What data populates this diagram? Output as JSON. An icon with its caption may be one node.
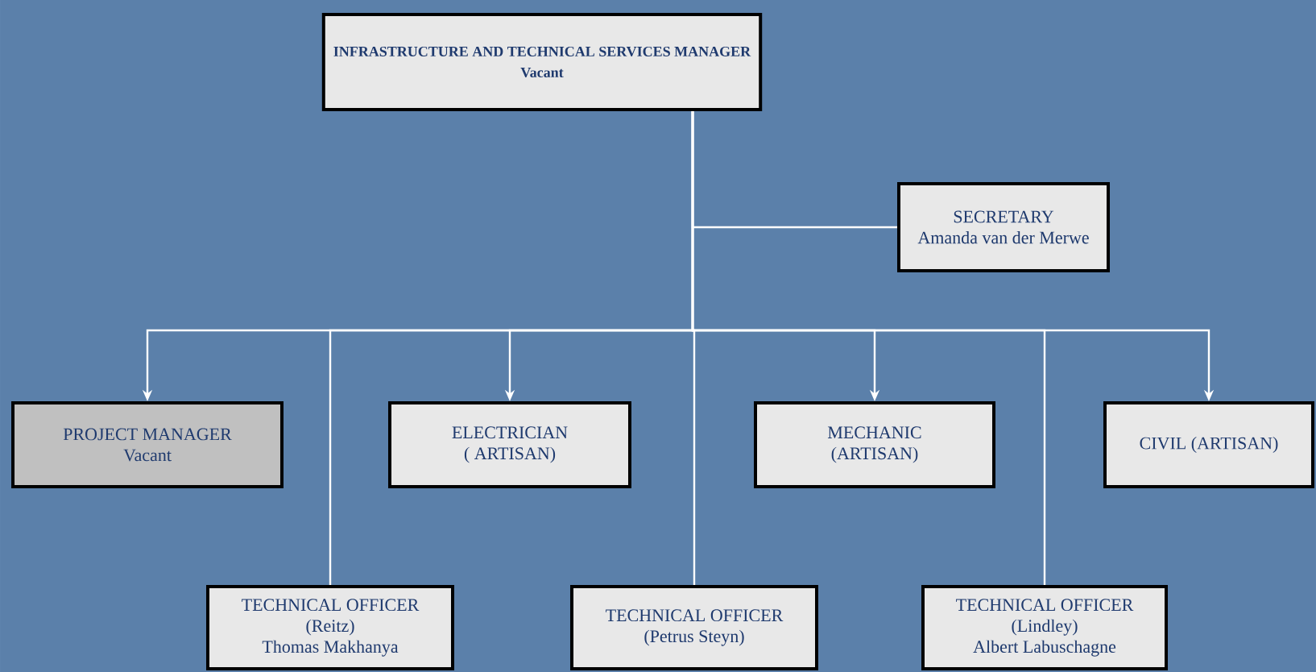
{
  "diagram": {
    "nodes": [
      {
        "text": [
          "INFRASTRUCTURE AND TECHNICAL SERVICES MANAGER",
          "Vacant"
        ]
      },
      {
        "text": [
          "SECRETARY",
          "Amanda van der Merwe"
        ]
      },
      {
        "text": [
          "PROJECT MANAGER",
          "Vacant"
        ]
      },
      {
        "text": [
          "ELECTRICIAN",
          "( ARTISAN)"
        ]
      },
      {
        "text": [
          "MECHANIC",
          "(ARTISAN)"
        ]
      },
      {
        "text": [
          "CIVIL (ARTISAN)"
        ]
      },
      {
        "text": [
          "TECHNICAL OFFICER",
          "(Reitz)",
          "Thomas Makhanya"
        ]
      },
      {
        "text": [
          "TECHNICAL OFFICER",
          "(Petrus  Steyn)"
        ]
      },
      {
        "text": [
          "TECHNICAL OFFICER",
          "(Lindley)",
          "Albert Labuschagne"
        ]
      }
    ],
    "edges": [
      {
        "from": 0,
        "to": 1,
        "arrow": "none"
      },
      {
        "from": 0,
        "to": 2,
        "arrow": "to"
      },
      {
        "from": 0,
        "to": 6,
        "arrow": "none"
      },
      {
        "from": 0,
        "to": 3,
        "arrow": "to"
      },
      {
        "from": 0,
        "to": 7,
        "arrow": "none"
      },
      {
        "from": 0,
        "to": 4,
        "arrow": "to"
      },
      {
        "from": 0,
        "to": 8,
        "arrow": "none"
      },
      {
        "from": 0,
        "to": 5,
        "arrow": "to"
      }
    ]
  }
}
